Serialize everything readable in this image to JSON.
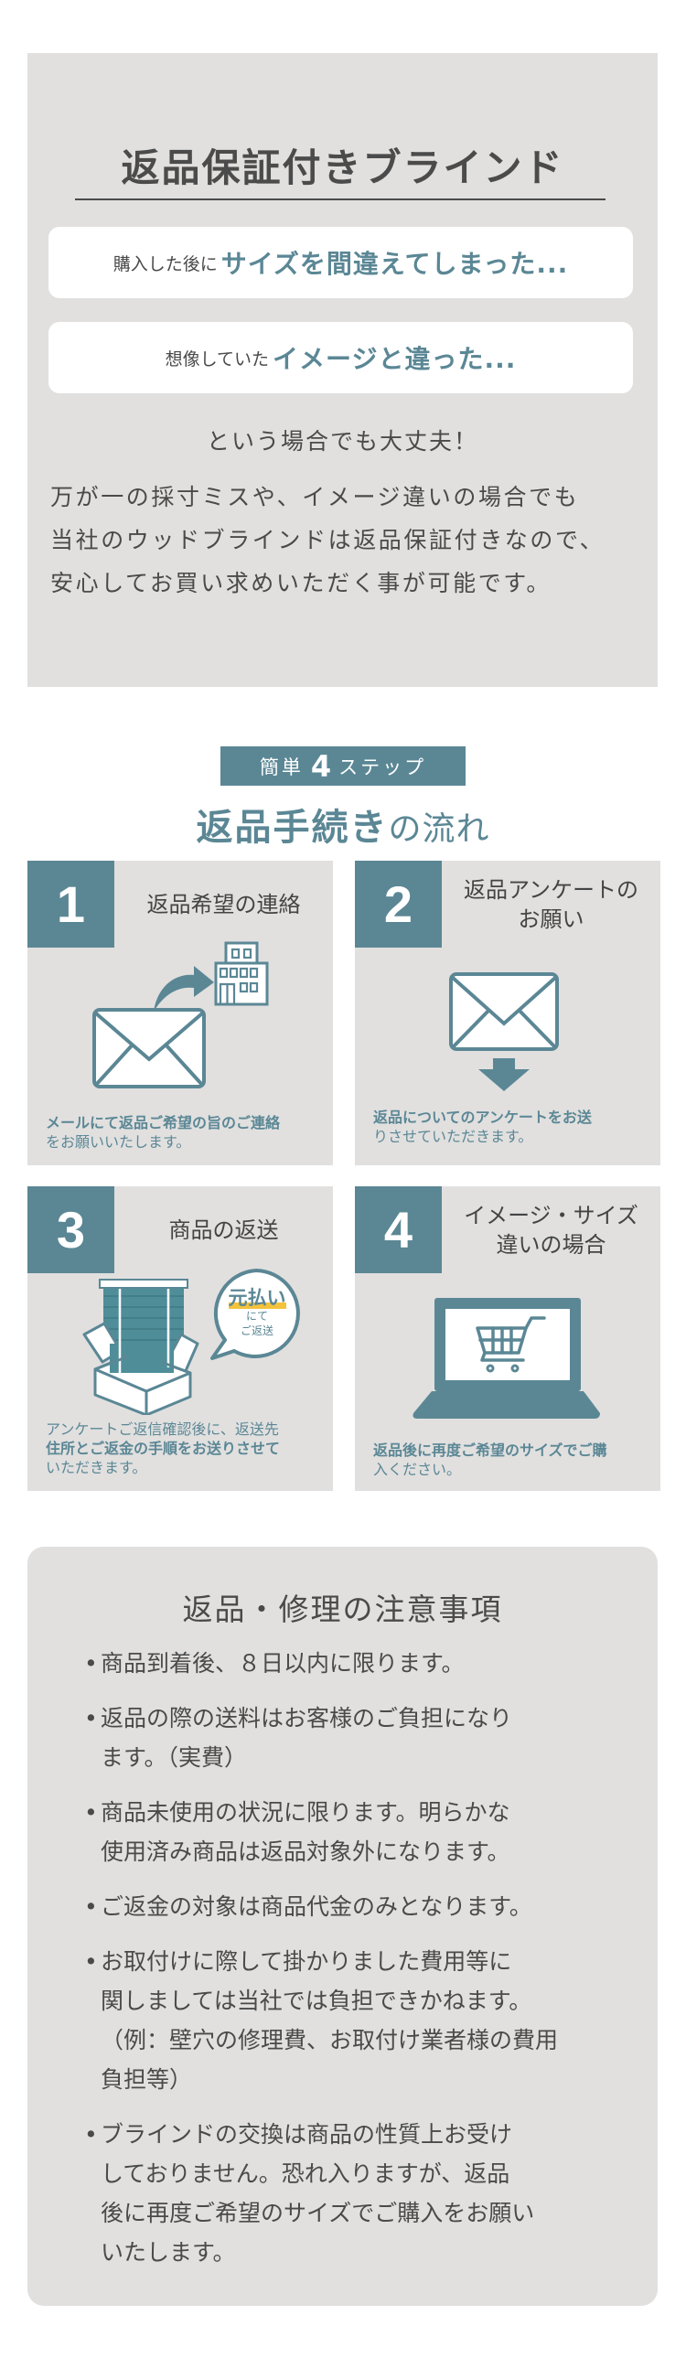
{
  "guarantee": {
    "title": "返品保証付きブラインド",
    "box1": {
      "lead": "購入した後に",
      "highlight": "サイズを間違えてしまった..."
    },
    "box2": {
      "lead": "想像していた",
      "highlight": "イメージと違った..."
    },
    "reassure": "という場合でも大丈夫！",
    "body_lines": [
      "万が一の採寸ミスや、イメージ違いの場合でも",
      "当社のウッドブラインドは返品保証付きなので、",
      "安心してお買い求めいただく事が可能です。"
    ]
  },
  "steps": {
    "badge": {
      "prefix": "簡単",
      "number": "4",
      "suffix": "ステップ"
    },
    "title": {
      "bold": "返品手続き",
      "rest": "の流れ"
    },
    "accent_color": "#5b8795",
    "items": [
      {
        "number": "1",
        "title_lines": [
          "返品希望の連絡"
        ],
        "icon": "envelope-to-building-icon",
        "desc_lines": [
          "メールにて返品ご希望の旨のご連絡",
          "をお願いいたします。"
        ]
      },
      {
        "number": "2",
        "title_lines": [
          "返品アンケートの",
          "お願い"
        ],
        "icon": "envelope-download-icon",
        "desc_lines": [
          "返品についてのアンケートをお送",
          "りさせていただきます。"
        ]
      },
      {
        "number": "3",
        "title_lines": [
          "商品の返送"
        ],
        "icon": "blind-in-box-icon",
        "bubble": {
          "main": "元払い",
          "line2": "にて",
          "line3": "ご返送"
        },
        "desc_lines": [
          "アンケートご返信確認後に、返送先",
          "住所とご返金の手順をお送りさせて",
          "いただきます。"
        ]
      },
      {
        "number": "4",
        "title_lines": [
          "イメージ・サイズ",
          "違いの場合"
        ],
        "icon": "laptop-cart-icon",
        "desc_lines": [
          "返品後に再度ご希望のサイズでご購",
          "入ください。"
        ]
      }
    ]
  },
  "notes": {
    "title": "返品・修理の注意事項",
    "items": [
      [
        "商品到着後、８日以内に限ります。"
      ],
      [
        "返品の際の送料はお客様のご負担になり",
        "ます。（実費）"
      ],
      [
        "商品未使用の状況に限ります。明らかな",
        "使用済み商品は返品対象外になります。"
      ],
      [
        "ご返金の対象は商品代金のみとなります。"
      ],
      [
        "お取付けに際して掛かりました費用等に",
        "関しましては当社では負担できかねます。",
        "（例：壁穴の修理費、お取付け業者様の費用",
        "負担等）"
      ],
      [
        "ブラインドの交換は商品の性質上お受け",
        "しておりません。恐れ入りますが、返品",
        "後に再度ご希望のサイズでご購入をお願い",
        "いたします。"
      ]
    ]
  }
}
